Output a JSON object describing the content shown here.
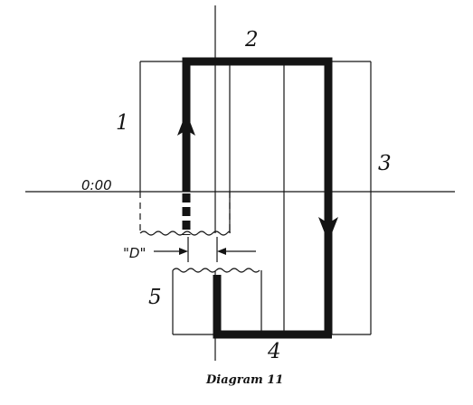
{
  "labels": {
    "region_1": "1",
    "region_2": "2",
    "region_3": "3",
    "region_4": "4",
    "region_5": "5",
    "time_mark": "0:00",
    "offset_mark": "\"D\""
  },
  "caption": "Diagram 11",
  "colors": {
    "ink": "#141414",
    "paper": "#ffffff"
  }
}
